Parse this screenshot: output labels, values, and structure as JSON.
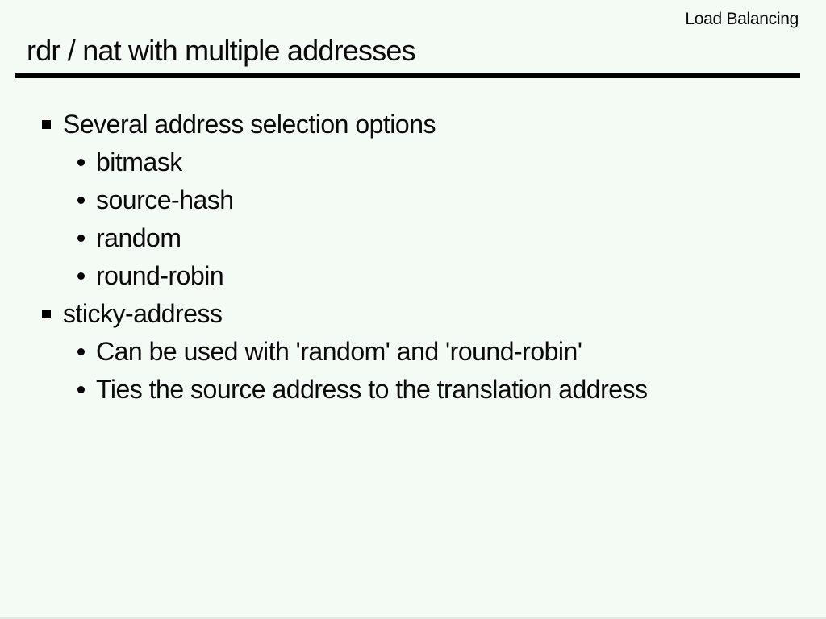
{
  "slide": {
    "corner_label": "Load Balancing",
    "title": "rdr / nat with multiple addresses",
    "bullets": [
      {
        "label": "Several address selection options",
        "children": [
          "bitmask",
          "source-hash",
          "random",
          "round-robin"
        ]
      },
      {
        "label": "sticky-address",
        "children": [
          "Can be used with 'random' and 'round-robin'",
          "Ties the source address to the translation address"
        ]
      }
    ]
  },
  "colors": {
    "background": "#f4faf4",
    "text": "#0a0a0a",
    "rule": "#000000"
  }
}
